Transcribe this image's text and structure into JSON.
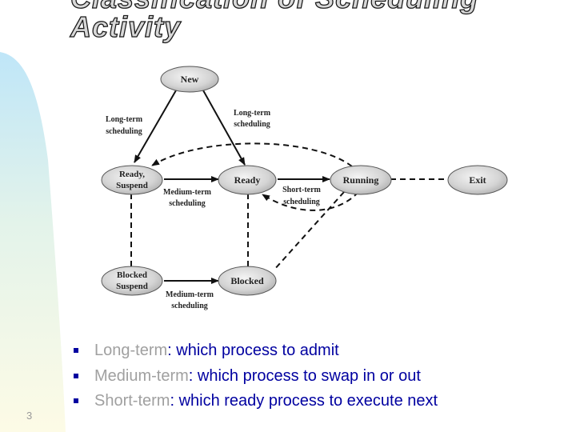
{
  "title": {
    "line1": "Classification of Scheduling",
    "line2": "Activity"
  },
  "diagram": {
    "nodes": {
      "new": "New",
      "ready_suspend_1": "Ready,",
      "ready_suspend_2": "Suspend",
      "ready": "Ready",
      "running": "Running",
      "exit": "Exit",
      "blocked_suspend_1": "Blocked",
      "blocked_suspend_2": "Suspend",
      "blocked": "Blocked"
    },
    "edge_labels": {
      "long_term_left_1": "Long-term",
      "long_term_left_2": "scheduling",
      "long_term_right_1": "Long-term",
      "long_term_right_2": "scheduling",
      "medium_term_top_1": "Medium-term",
      "medium_term_top_2": "scheduling",
      "short_term_1": "Short-term",
      "short_term_2": "scheduling",
      "medium_term_bottom_1": "Medium-term",
      "medium_term_bottom_2": "scheduling"
    }
  },
  "bullets": [
    {
      "term": "Long-term",
      "desc": ": which process to admit"
    },
    {
      "term": "Medium-term",
      "desc": ": which process to swap in or out"
    },
    {
      "term": "Short-term",
      "desc": ": which ready process to execute next"
    }
  ],
  "slide_number": "3",
  "colors": {
    "bullet_text": "#0000a0",
    "term_text": "#a0a0a0",
    "node_fill_light": "#f2f2f2",
    "node_fill_dark": "#a8a8a8"
  }
}
